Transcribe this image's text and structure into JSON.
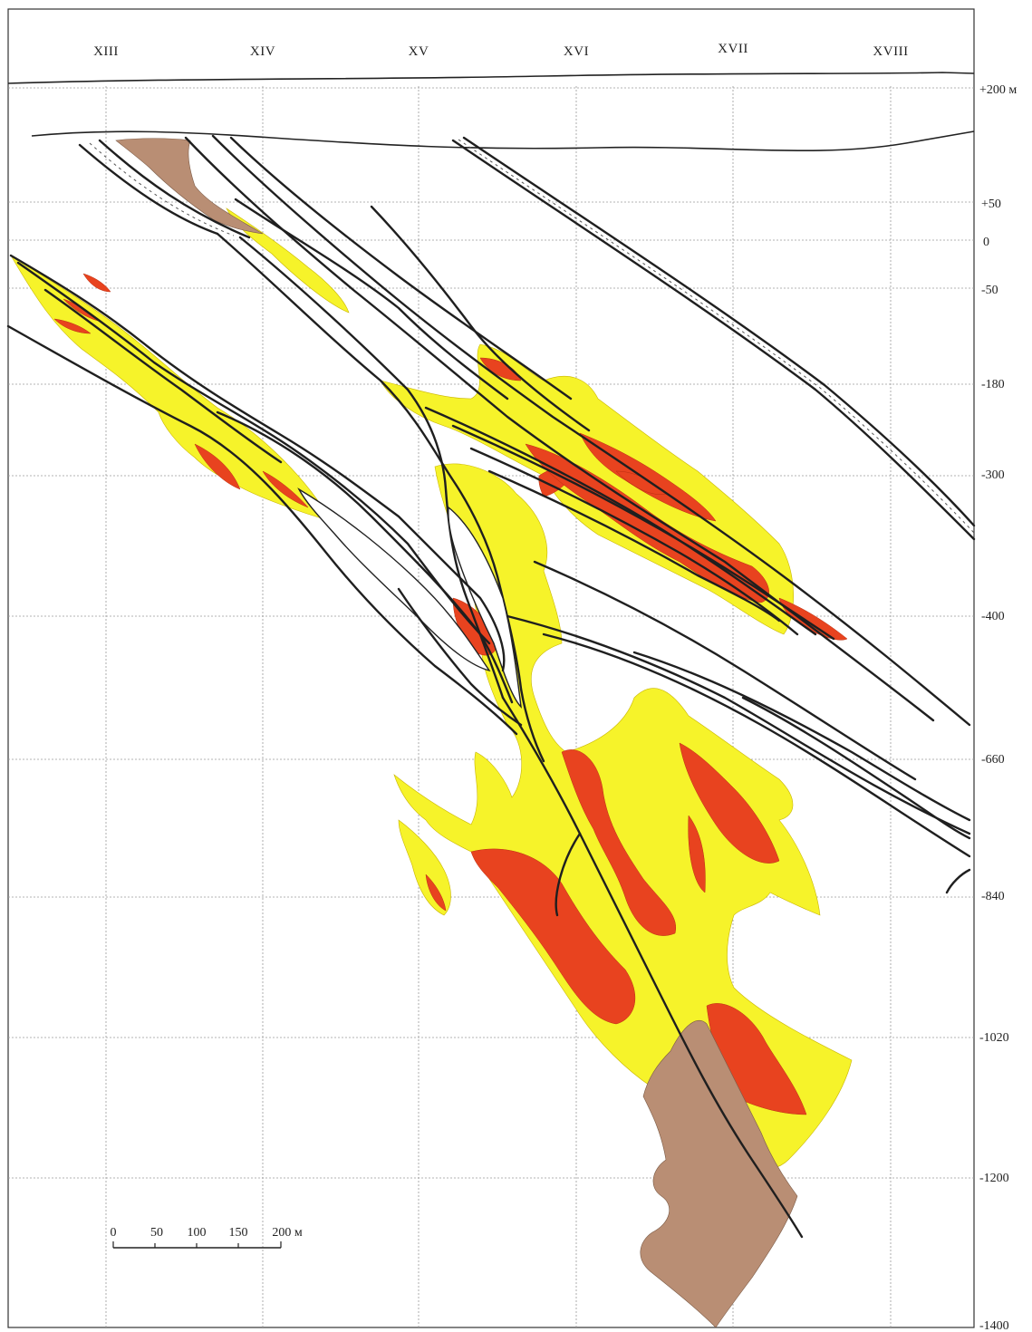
{
  "profiles": [
    "XIII",
    "XIV",
    "XV",
    "XVI",
    "XVII",
    "XVIII"
  ],
  "elevations": [
    "+200 м",
    "+50",
    "0",
    "-50",
    "-180",
    "-300",
    "-400",
    "-660",
    "-840",
    "-1020",
    "-1200",
    "-1400"
  ],
  "scale_bar": {
    "ticks": [
      "0",
      "50",
      "100",
      "150",
      "200 м"
    ]
  },
  "colors": {
    "yellow_zone": "#f6f32a",
    "red_ore": "#e8431f",
    "brown_intrusive": "#b98e74",
    "fault_line": "#1f1f1f"
  }
}
